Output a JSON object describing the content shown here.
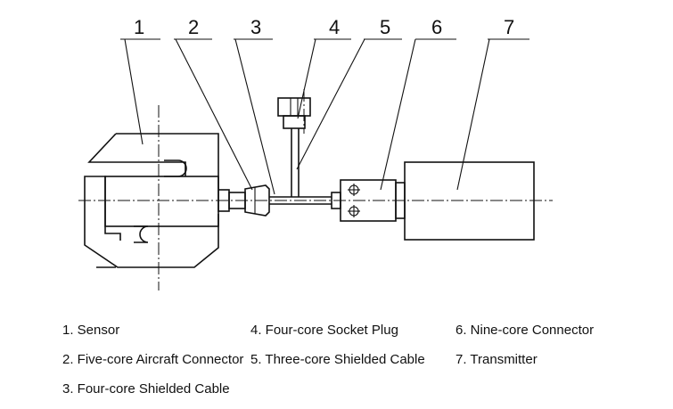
{
  "callouts": [
    "1",
    "2",
    "3",
    "4",
    "5",
    "6",
    "7"
  ],
  "legend": [
    "1. Sensor",
    "2. Five-core Aircraft Connector",
    "3. Four-core Shielded Cable",
    "4. Four-core Socket Plug",
    "5. Three-core Shielded Cable",
    "6. Nine-core Connector",
    "7. Transmitter"
  ]
}
